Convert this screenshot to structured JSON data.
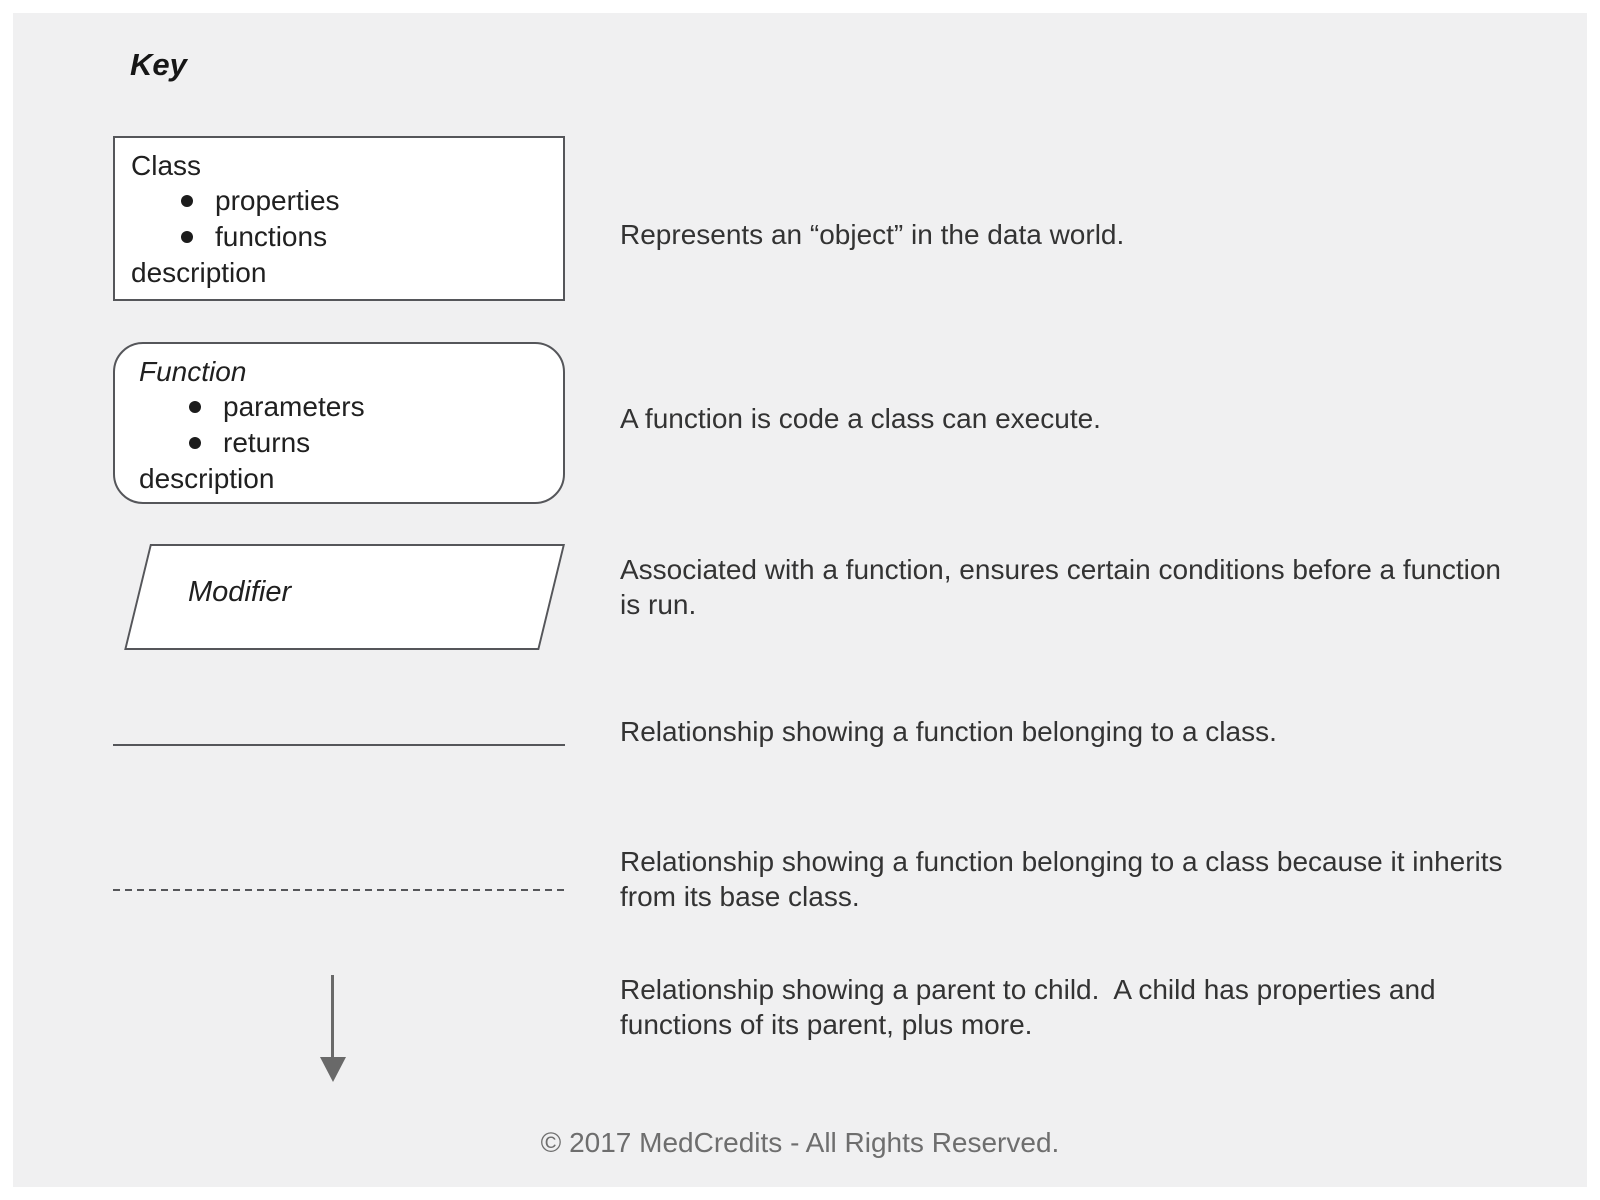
{
  "page": {
    "title": "Key",
    "footer": "© 2017 MedCredits - All Rights Reserved."
  },
  "colors": {
    "panel_background": "#f0f0f1",
    "shape_border": "#55565a",
    "shape_fill": "#ffffff",
    "text": "#333333",
    "footer_text": "#6e6e6e",
    "arrow": "#696969"
  },
  "legend": {
    "class_item": {
      "shape": "rectangle",
      "title": "Class",
      "bullets": [
        "properties",
        "functions"
      ],
      "note": "description",
      "description": "Represents an “object” in the data world."
    },
    "function_item": {
      "shape": "rounded-rectangle",
      "title": "Function",
      "bullets": [
        "parameters",
        "returns"
      ],
      "note": "description",
      "description": "A function is code a class can execute."
    },
    "modifier_item": {
      "shape": "parallelogram",
      "title": "Modifier",
      "description": "Associated with a function, ensures certain conditions before a function is run."
    },
    "solid_line_item": {
      "shape": "solid-line",
      "description": "Relationship showing a function belonging to a class."
    },
    "dashed_line_item": {
      "shape": "dashed-line",
      "description": "Relationship showing a function belonging to a class because it inherits from its base class."
    },
    "arrow_item": {
      "shape": "arrow-down",
      "description": "Relationship showing a parent to child.  A child has properties and functions of its parent, plus more."
    }
  }
}
